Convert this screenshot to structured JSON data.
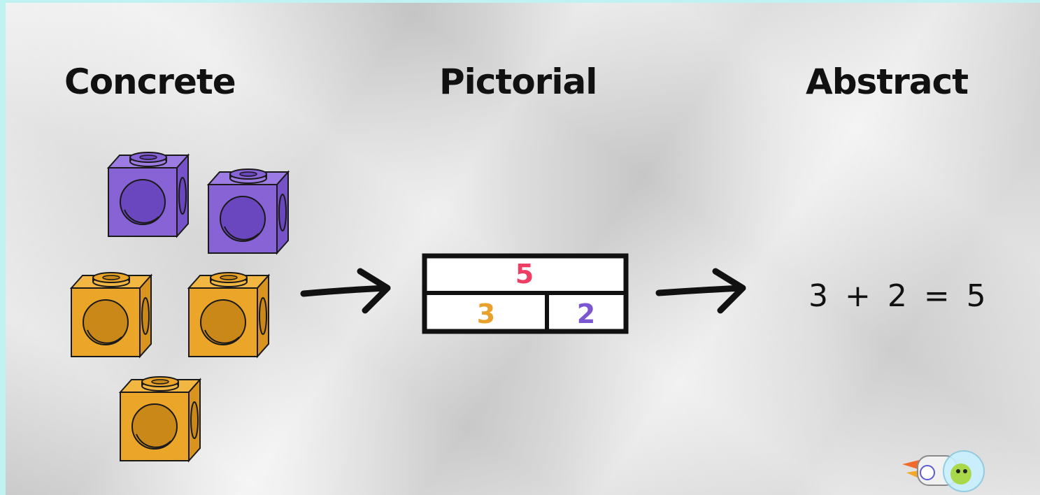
{
  "headings": {
    "concrete": "Concrete",
    "pictorial": "Pictorial",
    "abstract": "Abstract"
  },
  "bar_model": {
    "total": "5",
    "part_a": "3",
    "part_b": "2"
  },
  "equation": "3 + 2 = 5",
  "cubes": {
    "purple_count": 2,
    "orange_count": 3
  },
  "colors": {
    "background": "#bff3f1",
    "purple_cube": "#8763d6",
    "orange_cube": "#eba62a",
    "total_label": "#ef3e63",
    "part_a_label": "#e8a22b",
    "part_b_label": "#7a57d1"
  },
  "icons": [
    "arrow-right-icon",
    "arrow-right-icon",
    "rocket-mascot-icon"
  ]
}
